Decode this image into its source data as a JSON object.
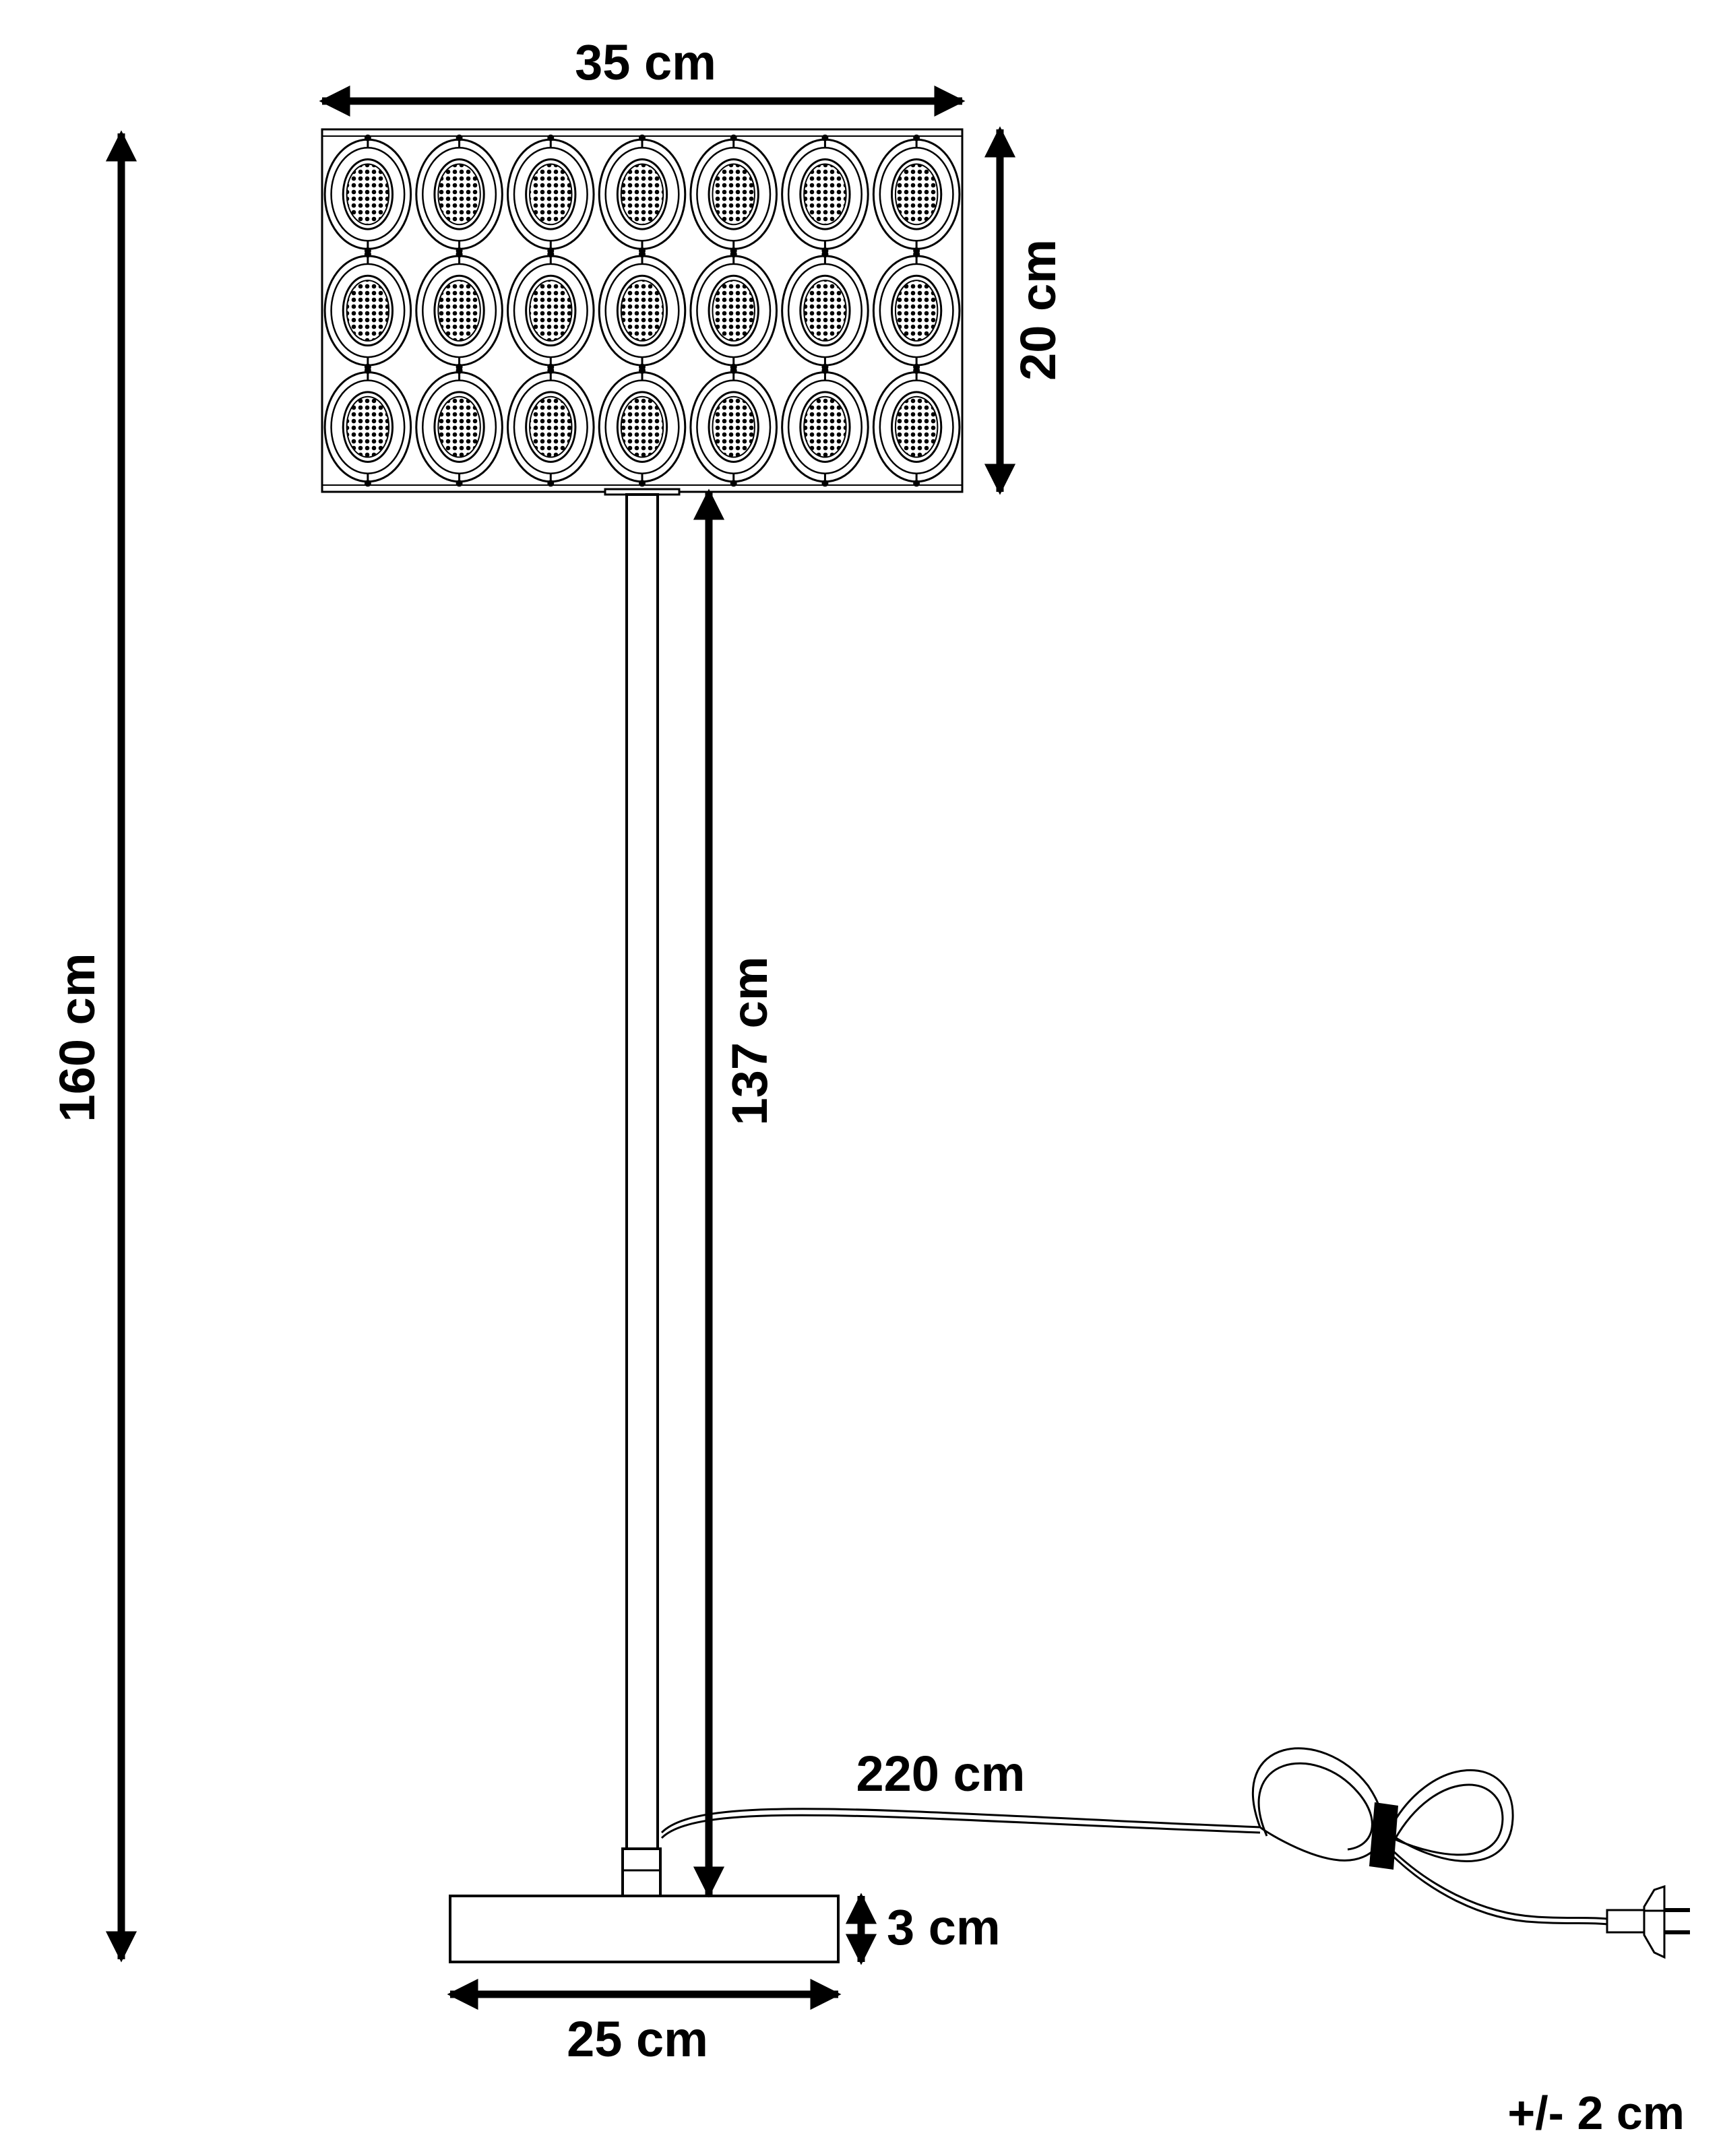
{
  "dimensions": {
    "shade_width": "35 cm",
    "shade_height": "20 cm",
    "total_height": "160 cm",
    "pole_height": "137 cm",
    "cable_length": "220 cm",
    "base_height": "3 cm",
    "base_width": "25 cm"
  },
  "tolerance": "+/- 2 cm",
  "colors": {
    "line": "#000000",
    "background": "#ffffff"
  }
}
